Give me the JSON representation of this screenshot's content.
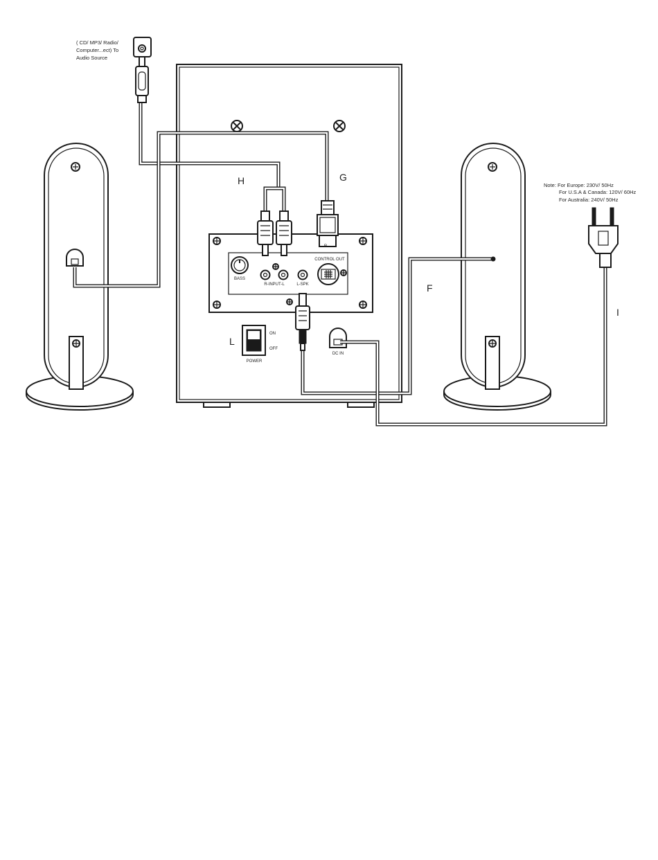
{
  "source_label": [
    "( CD/ MP3/ Radio/",
    "Computer...ect) To",
    "Audio Source"
  ],
  "callouts": {
    "h": "H",
    "g": "G",
    "f": "F",
    "i": "I",
    "l": "L"
  },
  "panel_labels": {
    "bass": "BASS",
    "input": "R-INPUT-L",
    "spk": "L-SPK",
    "control": "CONTROL OUT",
    "r": "R",
    "on": "ON",
    "off": "OFF",
    "power": "POWER",
    "dcin": "DC IN"
  },
  "note_lines": [
    "Note: For Europe: 230V/ 50Hz",
    "For U.S.A & Canada: 120V/ 60Hz",
    "For Australia: 240V/ 50Hz"
  ]
}
